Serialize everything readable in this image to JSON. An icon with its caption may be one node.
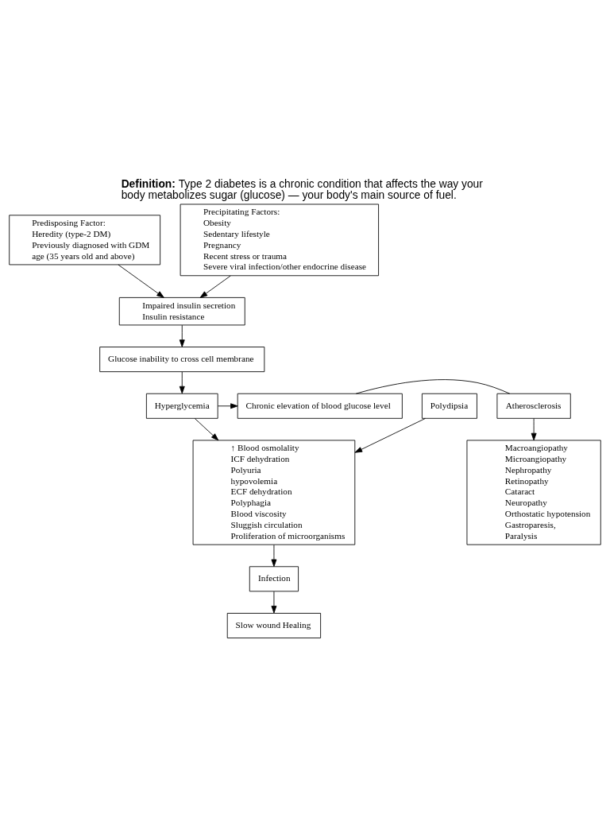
{
  "diagram": {
    "title": "**Definition:** Type 2 diabetes is a chronic condition that affects the way your body metabolizes sugar (glucose) — your body's main source of fuel.",
    "nodes": [
      {
        "text": [
          "Predisposing Factor:",
          "Heredity (type-2 DM)",
          "Previously diagnosed with GDM",
          "age (35 years old and above)"
        ]
      },
      {
        "text": [
          "Precipitating Factors:",
          "Obesity",
          "Sedentary lifestyle",
          "Pregnancy",
          "Recent stress or trauma",
          "Severe viral infection/other endocrine disease"
        ]
      },
      {
        "text": [
          "Impaired insulin secretion",
          "Insulin resistance"
        ]
      },
      {
        "text": [
          "Glucose inability to cross cell membrane"
        ]
      },
      {
        "text": [
          "Polydipsia"
        ]
      },
      {
        "text": [
          "Hyperglycemia"
        ]
      },
      {
        "text": [
          "Chronic elevation of blood glucose level"
        ]
      },
      {
        "text": [
          "Atherosclerosis"
        ]
      },
      {
        "text": [
          "↑ Blood osmolality",
          "ICF dehydration",
          "Polyuria",
          "hypovolemia",
          "ECF dehydration",
          "Polyphagia",
          "Blood viscosity",
          "Sluggish circulation",
          "Proliferation of microorganisms"
        ]
      },
      {
        "text": [
          "Macroangiopathy",
          "Microangiopathy",
          "Nephropathy",
          "Retinopathy",
          "Cataract",
          "Neuropathy",
          "Orthostatic hypotension",
          "Gastroparesis,",
          "Paralysis"
        ]
      },
      {
        "text": [
          "Infection"
        ]
      },
      {
        "text": [
          "Slow wound Healing"
        ]
      }
    ],
    "edges": [
      {
        "from": 0,
        "to": 2,
        "arrow": "to"
      },
      {
        "from": 1,
        "to": 2,
        "arrow": "to"
      },
      {
        "from": 2,
        "to": 3,
        "arrow": "to"
      },
      {
        "from": 3,
        "to": 5,
        "arrow": "to"
      },
      {
        "from": 5,
        "to": 6,
        "arrow": "to"
      },
      {
        "from": 6,
        "to": 7,
        "arrow": "none"
      },
      {
        "from": 7,
        "to": 9,
        "arrow": "to"
      },
      {
        "from": 5,
        "to": 8,
        "arrow": "to"
      },
      {
        "from": 4,
        "to": 8,
        "arrow": "to"
      },
      {
        "from": 8,
        "to": 10,
        "arrow": "to"
      },
      {
        "from": 10,
        "to": 11,
        "arrow": "to"
      }
    ]
  }
}
